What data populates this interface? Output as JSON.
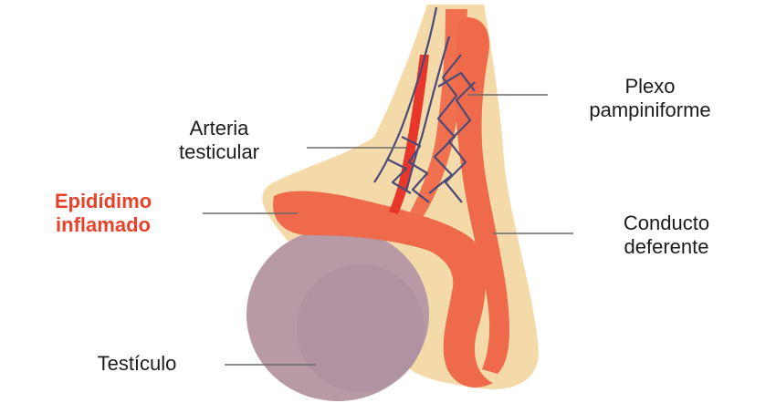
{
  "labels": {
    "plexo": {
      "line1": "Plexo",
      "line2": "pampiniforme"
    },
    "arteria": {
      "line1": "Arteria",
      "line2": "testicular"
    },
    "epididimo": {
      "line1": "Epidídimo",
      "line2": "inflamado"
    },
    "conducto": {
      "line1": "Conducto",
      "line2": "deferente"
    },
    "testiculo": {
      "line1": "Testículo"
    }
  },
  "colors": {
    "highlight_text": "#e8432a",
    "label_text": "#1c1c1c",
    "sheath": "#f3d6a0",
    "epididymis": "#ef6a4a",
    "testis": "#b79aa6",
    "artery": "#e8372a",
    "vessels": "#4b4a78",
    "leader_line": "#6a6a6a"
  }
}
